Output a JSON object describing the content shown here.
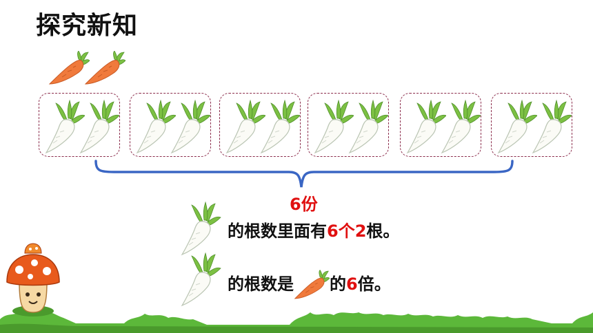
{
  "title": "探究新知",
  "portion_label": "6份",
  "sentence1": {
    "part1": "的根数里面有",
    "red1": "6个",
    "red2": "2",
    "part2": "根。"
  },
  "sentence2": {
    "part1": "的根数是",
    "part2": "的",
    "red": "6",
    "part3": "倍。"
  },
  "groups": [
    {
      "radish_count": 2
    },
    {
      "radish_count": 2
    },
    {
      "radish_count": 2
    },
    {
      "radish_count": 2
    },
    {
      "radish_count": 2
    },
    {
      "radish_count": 2
    }
  ],
  "colors": {
    "carrot": "#f07a3c",
    "leaf": "#7cc043",
    "dashed_border": "#8a2a4a",
    "brace": "#3a66c4",
    "highlight": "#e01010",
    "grass": "#5cb83a"
  },
  "icons": {
    "carrot": "carrot-icon",
    "radish": "radish-icon",
    "mascot": "mushroom-mascot"
  }
}
